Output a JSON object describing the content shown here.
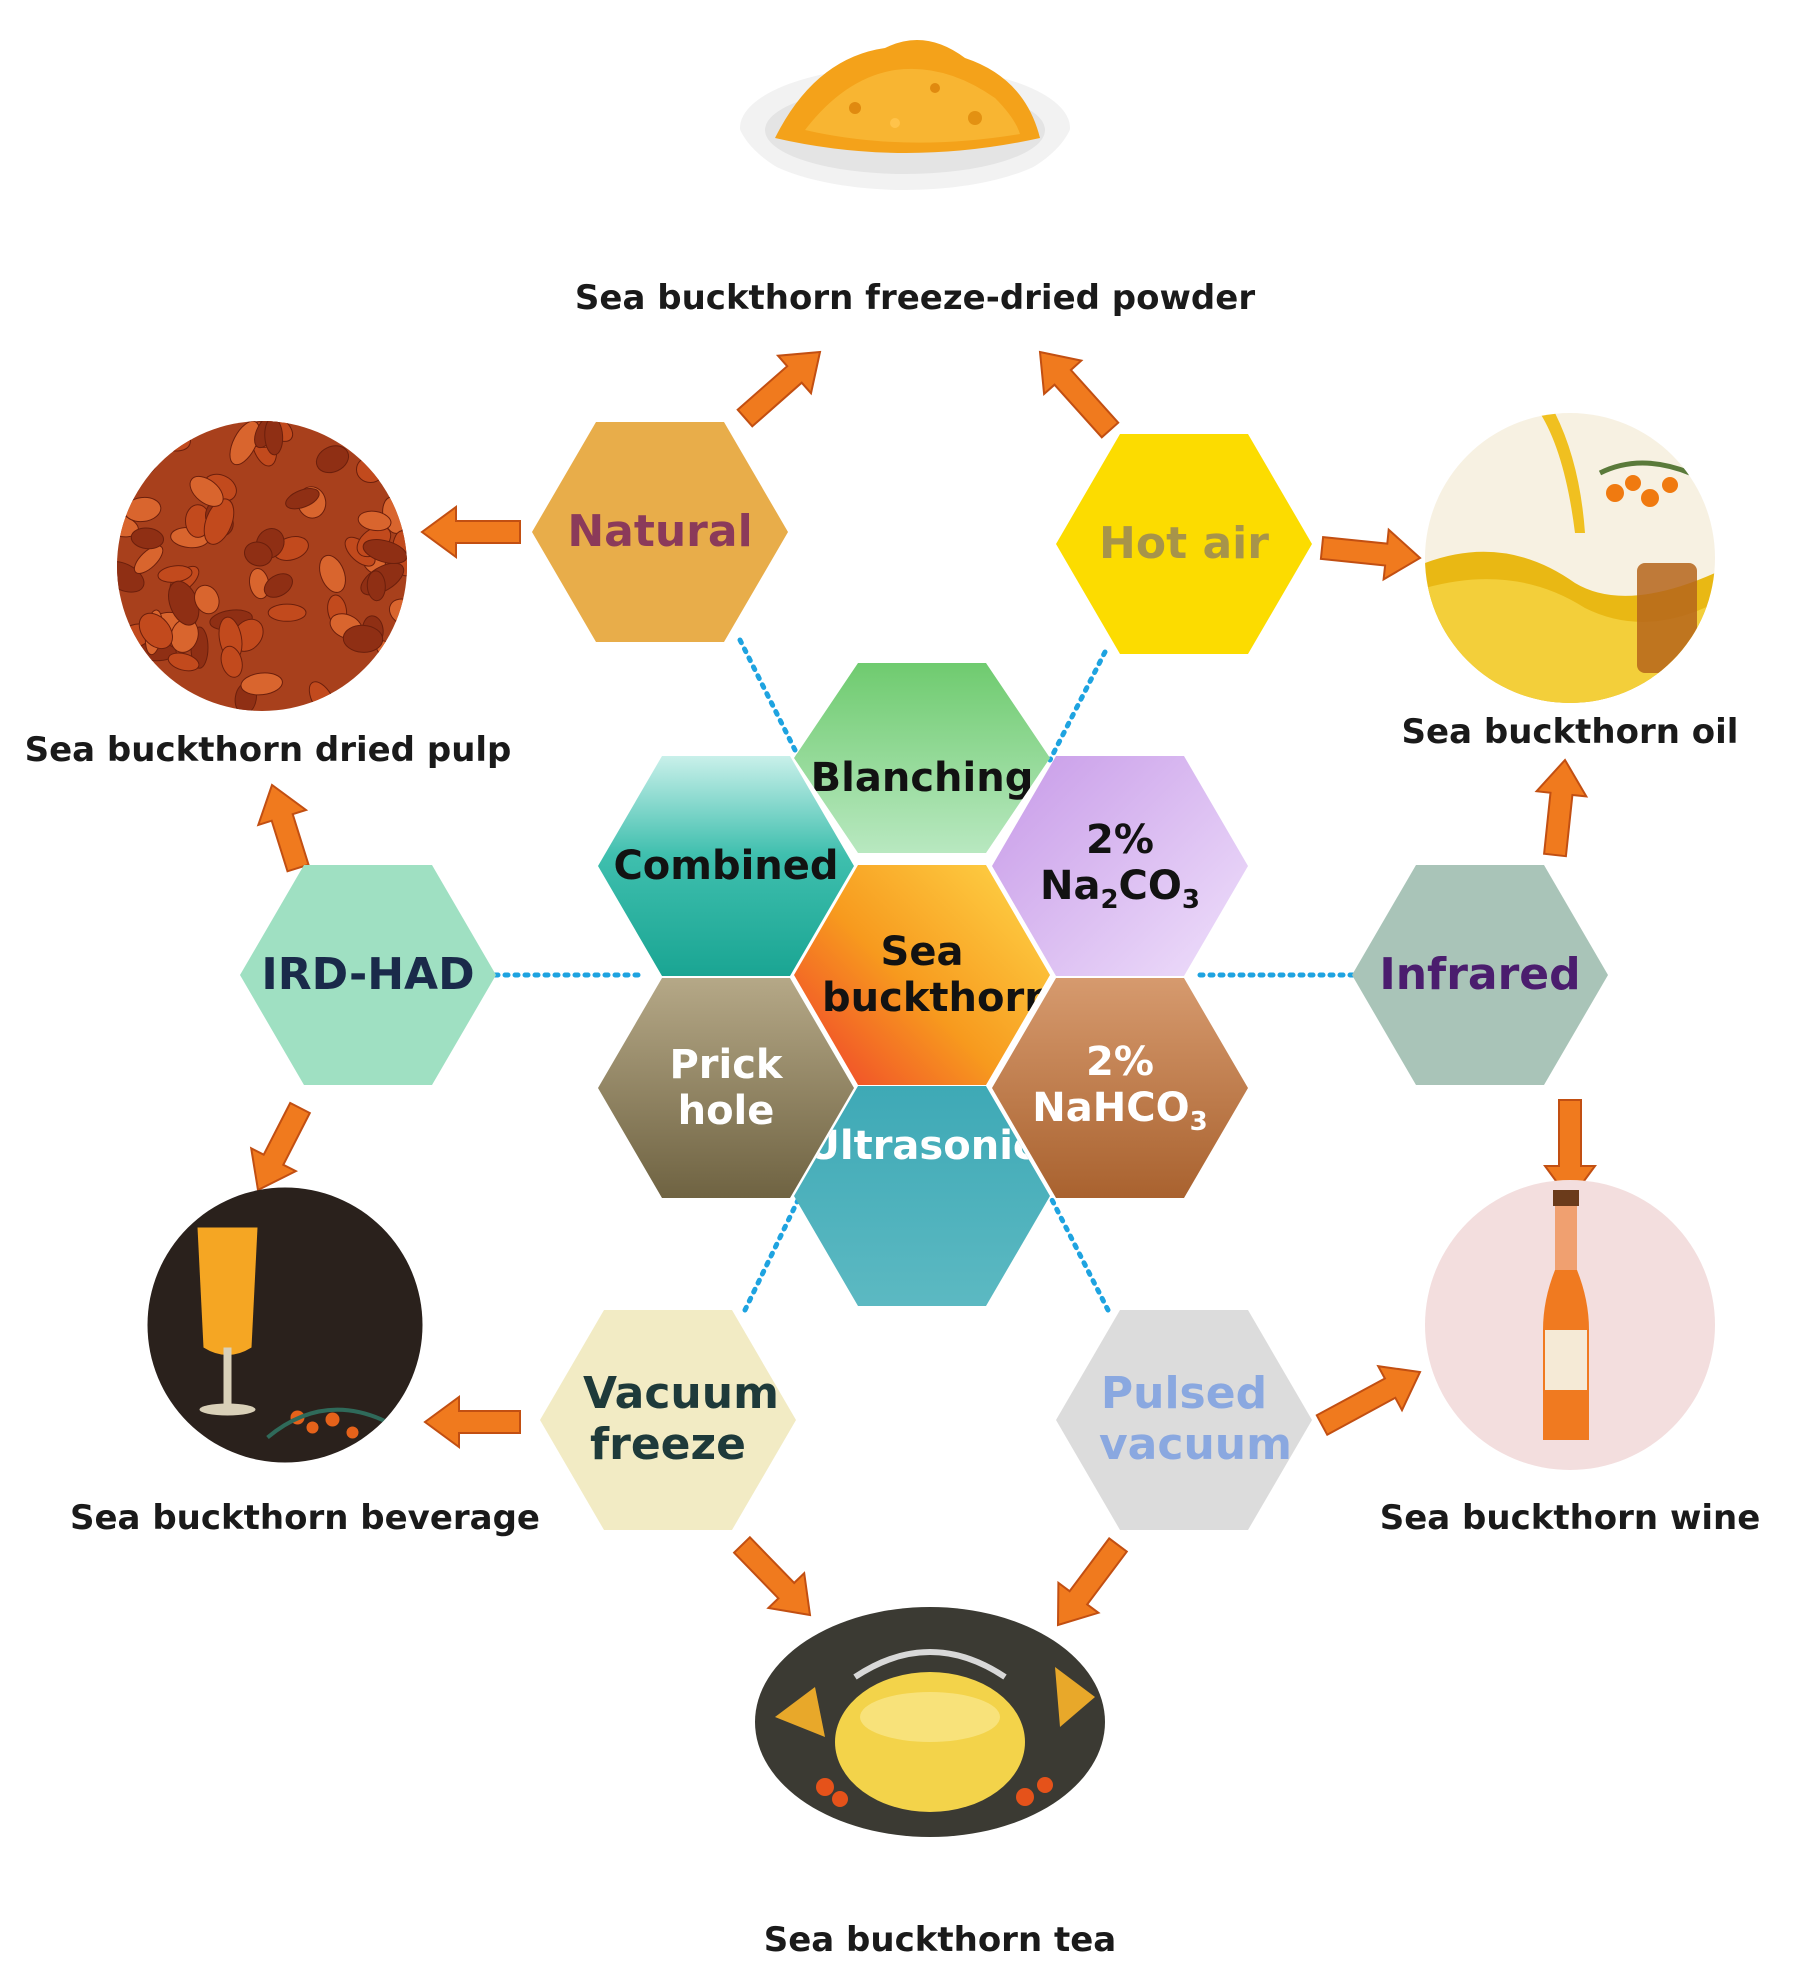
{
  "center": {
    "label": "Sea buckthorn"
  },
  "pretreatments": {
    "blanching": "Blanching",
    "na2co3_pct": "2%",
    "na2co3_a": "Na",
    "na2co3_sub1": "2",
    "na2co3_b": "CO",
    "na2co3_sub2": "3",
    "nahco3_pct": "2%",
    "nahco3_a": "NaHCO",
    "nahco3_sub": "3",
    "ultrasonic": "Ultrasonic",
    "prick_hole": "Prick hole",
    "combined": "Combined"
  },
  "drying_methods": {
    "natural": "Natural",
    "hot_air": "Hot air",
    "infrared": "Infrared",
    "pulsed_vacuum": "Pulsed vacuum",
    "vacuum_freeze": "Vacuum freeze",
    "ird_had": "IRD-HAD"
  },
  "products": {
    "freeze_dried_powder": "Sea buckthorn freeze-dried powder",
    "oil": "Sea buckthorn oil",
    "wine": "Sea buckthorn wine",
    "tea": "Sea buckthorn tea",
    "beverage": "Sea buckthorn beverage",
    "dried_pulp": "Sea buckthorn dried pulp"
  },
  "colors": {
    "arrow": "#f07a1e",
    "arrow_outline": "#c24f12",
    "dotted_line": "#1ea3e0",
    "natural": "#e8ad4a",
    "hot_air": "#fcdc00",
    "infrared": "#a9c4b8",
    "pulsed_vacuum": "#dcdcdc",
    "vacuum_freeze": "#f2ebc4",
    "ird_had": "#9fe0c2",
    "blanching": "#74cc7c",
    "na2co3": "#c9a3ec",
    "nahco3": "#c07a4a",
    "ultrasonic": "#4aaeb8",
    "prick_hole": "#8f8262",
    "combined": "#2bb3a0"
  },
  "icons": {
    "freeze_dried_powder": "powder-bowl-photo",
    "oil": "oil-pour-photo",
    "wine": "wine-bottle-photo",
    "tea": "teapot-photo",
    "beverage": "juice-glass-photo",
    "dried_pulp": "dried-berries-photo"
  }
}
